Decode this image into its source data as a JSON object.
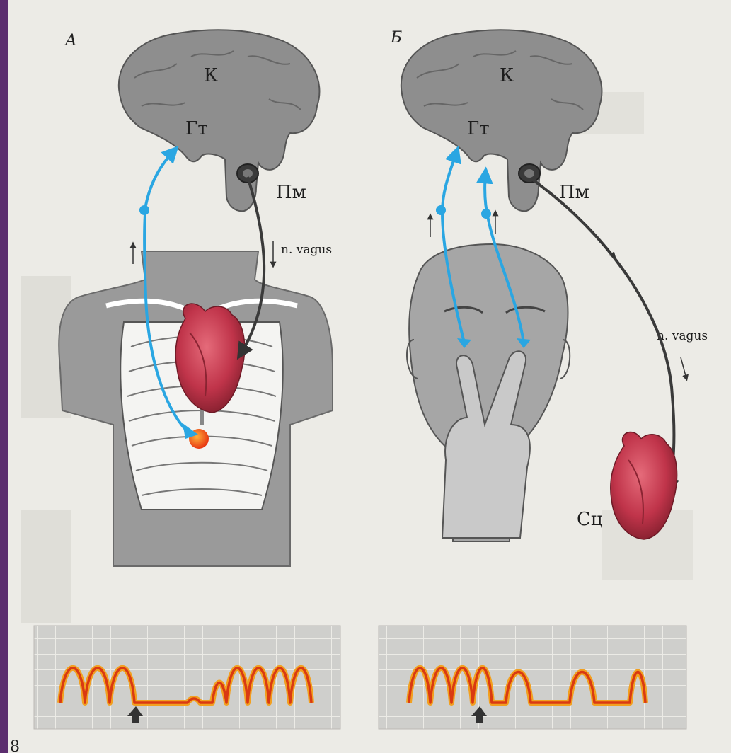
{
  "panel_a": {
    "label": "А",
    "cortex": "К",
    "hypothalamus": "Гт",
    "medulla": "Пм",
    "vagus": "n. vagus"
  },
  "panel_b": {
    "label": "Б",
    "cortex": "К",
    "hypothalamus": "Гт",
    "medulla": "Пм",
    "vagus": "n. vagus",
    "heart": "Сц"
  },
  "corner_mark": "8",
  "colors": {
    "afferent": "#2aa6e2",
    "efferent": "#3a3a3a",
    "brain": "#8e8e8e",
    "heart": "#c83a4c",
    "trace": "#d93a12",
    "grid_bg": "#cfcfcc"
  }
}
